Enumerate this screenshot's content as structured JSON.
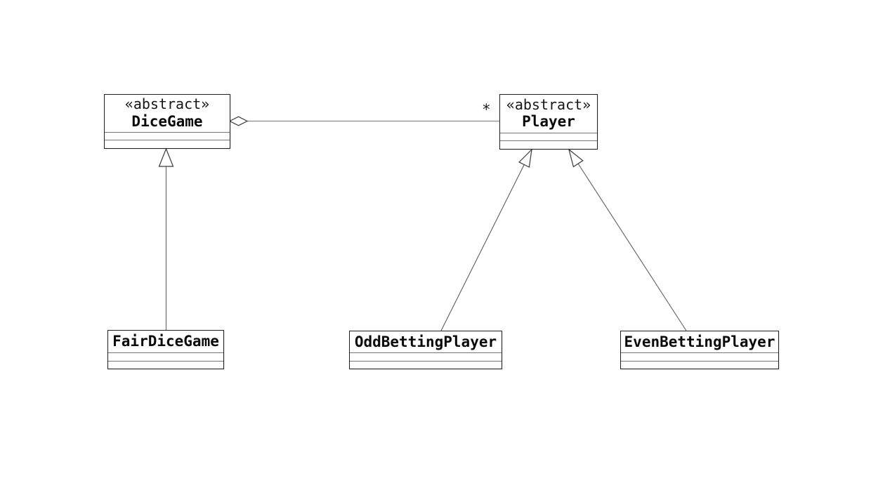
{
  "diagram": {
    "kind": "uml-class-diagram",
    "background_color": "#ffffff",
    "line_color": "#6e6e6e",
    "border_color": "#1f1f1f",
    "classes": [
      {
        "id": "DiceGame",
        "stereotype": "«abstract»",
        "name": "DiceGame",
        "attributes": [],
        "methods": []
      },
      {
        "id": "Player",
        "stereotype": "«abstract»",
        "name": "Player",
        "attributes": [],
        "methods": []
      },
      {
        "id": "FairDiceGame",
        "stereotype": "",
        "name": "FairDiceGame",
        "attributes": [],
        "methods": []
      },
      {
        "id": "OddBettingPlayer",
        "stereotype": "",
        "name": "OddBettingPlayer",
        "attributes": [],
        "methods": []
      },
      {
        "id": "EvenBettingPlayer",
        "stereotype": "",
        "name": "EvenBettingPlayer",
        "attributes": [],
        "methods": []
      }
    ],
    "relationships": [
      {
        "type": "aggregation",
        "from": "DiceGame",
        "to": "Player",
        "multiplicity": "*"
      },
      {
        "type": "generalization",
        "from": "FairDiceGame",
        "to": "DiceGame"
      },
      {
        "type": "generalization",
        "from": "OddBettingPlayer",
        "to": "Player"
      },
      {
        "type": "generalization",
        "from": "EvenBettingPlayer",
        "to": "Player"
      }
    ],
    "cursor": {
      "visible": true,
      "fill": "#ffe84d"
    }
  }
}
